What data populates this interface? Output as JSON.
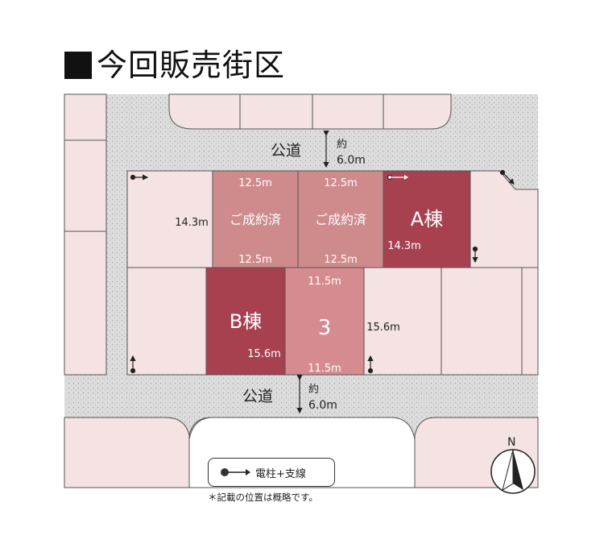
{
  "title": "今回販売街区",
  "roads": {
    "top_name": "公道",
    "top_width_prefix": "約",
    "top_width": "6.0m",
    "bottom_name": "公道",
    "bottom_width_prefix": "約",
    "bottom_width": "6.0m"
  },
  "lots": {
    "lot1": {
      "status": "ご成約済",
      "top_width": "12.5m",
      "bottom_width": "12.5m"
    },
    "lot2": {
      "status": "ご成約済",
      "top_width": "12.5m",
      "bottom_width": "12.5m"
    },
    "lotA": {
      "label": "A棟",
      "depth": "14.3m"
    },
    "lotB": {
      "label": "B棟",
      "depth": "15.6m"
    },
    "lot3": {
      "label": "3",
      "top_width": "11.5m",
      "bottom_width": "11.5m"
    },
    "left_depth": "14.3m",
    "right_depth": "15.6m"
  },
  "legend": {
    "label": "電柱+支線"
  },
  "note": "＊記載の位置は概略です。",
  "compass": {
    "label": "N"
  },
  "colors": {
    "road": "#dcdcdc",
    "plain_lot": "#f4e3e2",
    "sold_lot": "#cf8a8c",
    "lot3": "#d58b8f",
    "available_lot": "#a8414f",
    "grid_line": "#555555"
  }
}
